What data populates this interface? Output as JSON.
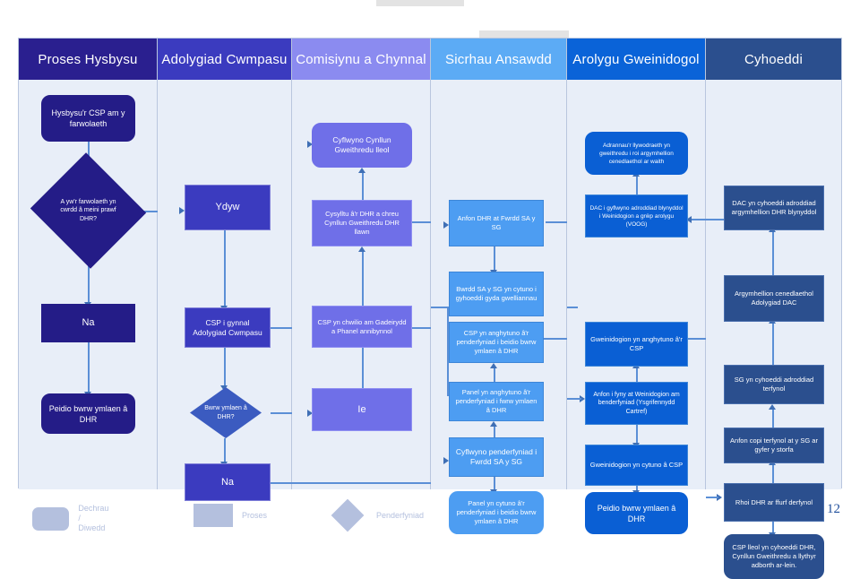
{
  "page": {
    "number": "12"
  },
  "legend": {
    "items": [
      {
        "shape": "rounded-rect",
        "label": "Dechrau /\nDiwedd"
      },
      {
        "shape": "rect",
        "label": "Proses"
      },
      {
        "shape": "diamond",
        "label": "Penderfyniad"
      }
    ],
    "swatch_color": "#b4c0de"
  },
  "lanes": [
    {
      "id": "proses-hysbysu",
      "title": "Proses Hysbysu",
      "header_color": "#2a1f8f",
      "node_color": "#241c87",
      "nodes": [
        {
          "id": "hysbysu-csp",
          "type": "terminator",
          "label": "Hysbysu'r CSP am y farwolaeth"
        },
        {
          "id": "meini-prawf",
          "type": "decision",
          "label": "A yw'r farwolaeth yn cwrdd â meini prawf DHR?"
        },
        {
          "id": "na-1",
          "type": "process",
          "label": "Na"
        },
        {
          "id": "peidio-bwrw-1",
          "type": "terminator",
          "label": "Peidio bwrw ymlaen â DHR"
        }
      ]
    },
    {
      "id": "adolygiad-cwmpasu",
      "title": "Adolygiad Cwmpasu",
      "header_color": "#3b3bbf",
      "node_color": "#3b3bbf",
      "nodes": [
        {
          "id": "ydyw",
          "type": "process",
          "label": "Ydyw"
        },
        {
          "id": "csp-cwmpasu",
          "type": "process",
          "label": "CSP i gynnal Adolygiad Cwmpasu"
        },
        {
          "id": "bwrw-ymlaen-dec",
          "type": "decision",
          "label": "Bwrw ymlaen â DHR?"
        },
        {
          "id": "na-2",
          "type": "process",
          "label": "Na"
        }
      ]
    },
    {
      "id": "comisiynu-a-chynnal",
      "title": "Comisiynu a Chynnal",
      "header_color": "#8b8bf0",
      "node_color": "#6f6fe8",
      "nodes": [
        {
          "id": "cyflwyno-cynllun",
          "type": "terminator",
          "label": "Cyflwyno Cynllun Gweithredu lleol"
        },
        {
          "id": "cysylltu-dhr",
          "type": "process",
          "label": "Cysylltu â'r DHR a chreu Cynllun Gweithredu DHR llawn"
        },
        {
          "id": "csp-chwilio",
          "type": "process",
          "label": "CSP yn chwilio am Gadeirydd a Phanel annibynnol"
        },
        {
          "id": "ie",
          "type": "process",
          "label": "Ie"
        }
      ]
    },
    {
      "id": "sicrhau-ansawdd",
      "title": "Sicrhau Ansawdd",
      "header_color": "#5cabf5",
      "node_color": "#4d9df2",
      "nodes": [
        {
          "id": "anfon-dhr-bwrdd",
          "type": "process",
          "label": "Anfon DHR at Fwrdd SA y SG"
        },
        {
          "id": "bwrdd-cytuno",
          "type": "process",
          "label": "Bwrdd SA y SG yn cytuno i gyhoeddi gyda gwelliannau"
        },
        {
          "id": "csp-anghytuno",
          "type": "process",
          "label": "CSP yn anghytuno â'r penderfyniad i beidio bwrw ymlaen â DHR"
        },
        {
          "id": "panel-anghytuno",
          "type": "process",
          "label": "Panel yn anghytuno â'r penderfyniad i fwrw ymlaen â DHR"
        },
        {
          "id": "cyflwyno-pend",
          "type": "process",
          "label": "Cyflwyno penderfyniad i Fwrdd SA y SG"
        },
        {
          "id": "panel-cytuno",
          "type": "terminator",
          "label": "Panel yn cytuno â'r penderfyniad i beidio bwrw ymlaen â DHR"
        }
      ]
    },
    {
      "id": "arolygu-gweinidogol",
      "title": "Arolygu Gweinidogol",
      "header_color": "#0a63d8",
      "node_color": "#0a5fd4",
      "nodes": [
        {
          "id": "adrannau-llyw",
          "type": "terminator",
          "label": "Adrannau'r llywodraeth yn gweithredu i roi argymhellion cenedlaethol ar waith"
        },
        {
          "id": "dac-cyflwyno",
          "type": "process",
          "label": "DAC i gyflwyno adroddiad blynyddol i Weinidogion a grŵp arolygu (VOOG)"
        },
        {
          "id": "gwein-anghytuno",
          "type": "process",
          "label": "Gweinidogion yn anghytuno â'r CSP"
        },
        {
          "id": "anfon-i-fyny",
          "type": "process",
          "label": "Anfon i fyny at Weinidogion am benderfyniad (Ysgrifennydd Cartref)"
        },
        {
          "id": "gwein-cytuno",
          "type": "process",
          "label": "Gweinidogion yn cytuno â CSP"
        },
        {
          "id": "peidio-bwrw-2",
          "type": "terminator",
          "label": "Peidio bwrw ymlaen â DHR"
        }
      ]
    },
    {
      "id": "cyhoeddi",
      "title": "Cyhoeddi",
      "header_color": "#2b4f8e",
      "node_color": "#2b4f8e",
      "nodes": [
        {
          "id": "dac-cyhoeddi",
          "type": "process",
          "label": "DAC yn cyhoeddi adroddiad argymhellion DHR blynyddol"
        },
        {
          "id": "argymhellion-cen",
          "type": "process",
          "label": "Argymhellion cenedlaethol Adolygiad DAC"
        },
        {
          "id": "sg-cyhoeddi",
          "type": "process",
          "label": "SG yn cyhoeddi adroddiad terfynol"
        },
        {
          "id": "anfon-copi",
          "type": "process",
          "label": "Anfon copi terfynol at y SG ar gyfer y storfa"
        },
        {
          "id": "rhoi-dhr",
          "type": "process",
          "label": "Rhoi DHR ar ffurf derfynol"
        },
        {
          "id": "csp-lleol",
          "type": "terminator",
          "label": "CSP lleol yn cyhoeddi DHR, Cynllun Gweithredu a llythyr adborth ar-lein."
        }
      ]
    }
  ],
  "colors": {
    "canvas": "#ffffff",
    "lane_background": "#e8eef8",
    "lane_border": "#b9c6de",
    "connector": "#5b8fd6",
    "arrowhead": "#3f6fb5"
  }
}
